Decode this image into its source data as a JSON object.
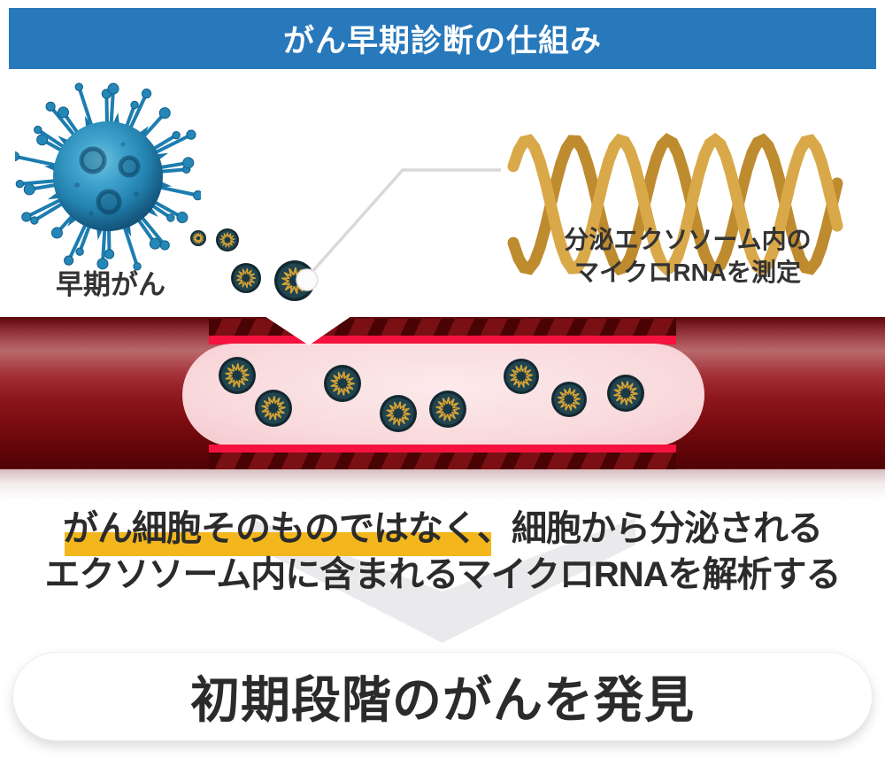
{
  "header": {
    "title": "がん早期診断の仕組み"
  },
  "cell": {
    "label": "早期がん"
  },
  "rna": {
    "caption_line1": "分泌エクソソーム内の",
    "caption_line2": "マイクロRNAを測定"
  },
  "explanation": {
    "line1": "がん細胞そのものではなく、細胞から分泌される",
    "line2": "エクソソーム内に含まれるマイクロRNAを解析する"
  },
  "conclusion": {
    "text": "初期段階のがんを発見"
  },
  "icons": {
    "cancer_cell": "virus-cell-icon",
    "exosome": "exosome-particle-icon",
    "rna_helix": "rna-helix-icon",
    "down_arrow": "chevron-down-icon"
  },
  "colors": {
    "header_bg": "#2878BC",
    "header_text": "#FFFFFF",
    "text_dark": "#2B2B2B",
    "label_text": "#333333",
    "highlight_yellow": "#F3B71D",
    "chevron_gray": "#EAEAEC",
    "helix_gold": "#D9A849",
    "helix_gold_dark": "#BE8B2F",
    "exosome_rim": "#132830",
    "exosome_body": "#204450",
    "exosome_center": "#1A3944",
    "exosome_ring_gold": "#D2A136",
    "cell_blue": "#2487B8",
    "cell_spike_blue": "#1D7DB0",
    "vessel_dark_red": "#6A080D",
    "vessel_crimson": "#F5123E",
    "vessel_pink": "#F9DADD",
    "connector_gray": "#D9D9D9"
  }
}
